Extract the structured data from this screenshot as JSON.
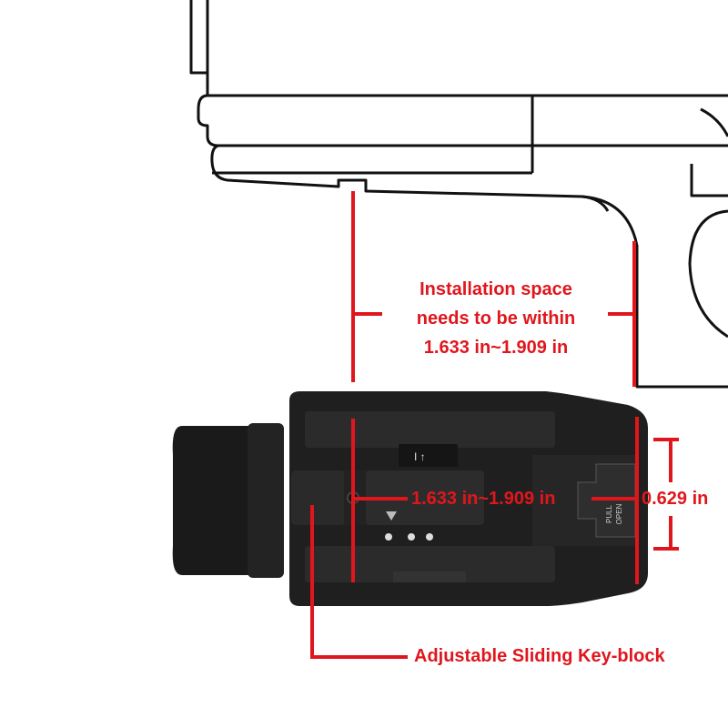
{
  "annotations": {
    "installation_space": [
      "Installation space",
      "needs to be within",
      "1.633 in~1.909 in"
    ],
    "rail_length": "1.633 in~1.909 in",
    "height": "0.629 in",
    "key_block": "Adjustable Sliding Key-block"
  },
  "device_markings": {
    "switch_label": "PULL OPEN"
  },
  "colors": {
    "annotation": "#e0161d",
    "outline": "#111111",
    "device_body": "#1e1e1e"
  }
}
